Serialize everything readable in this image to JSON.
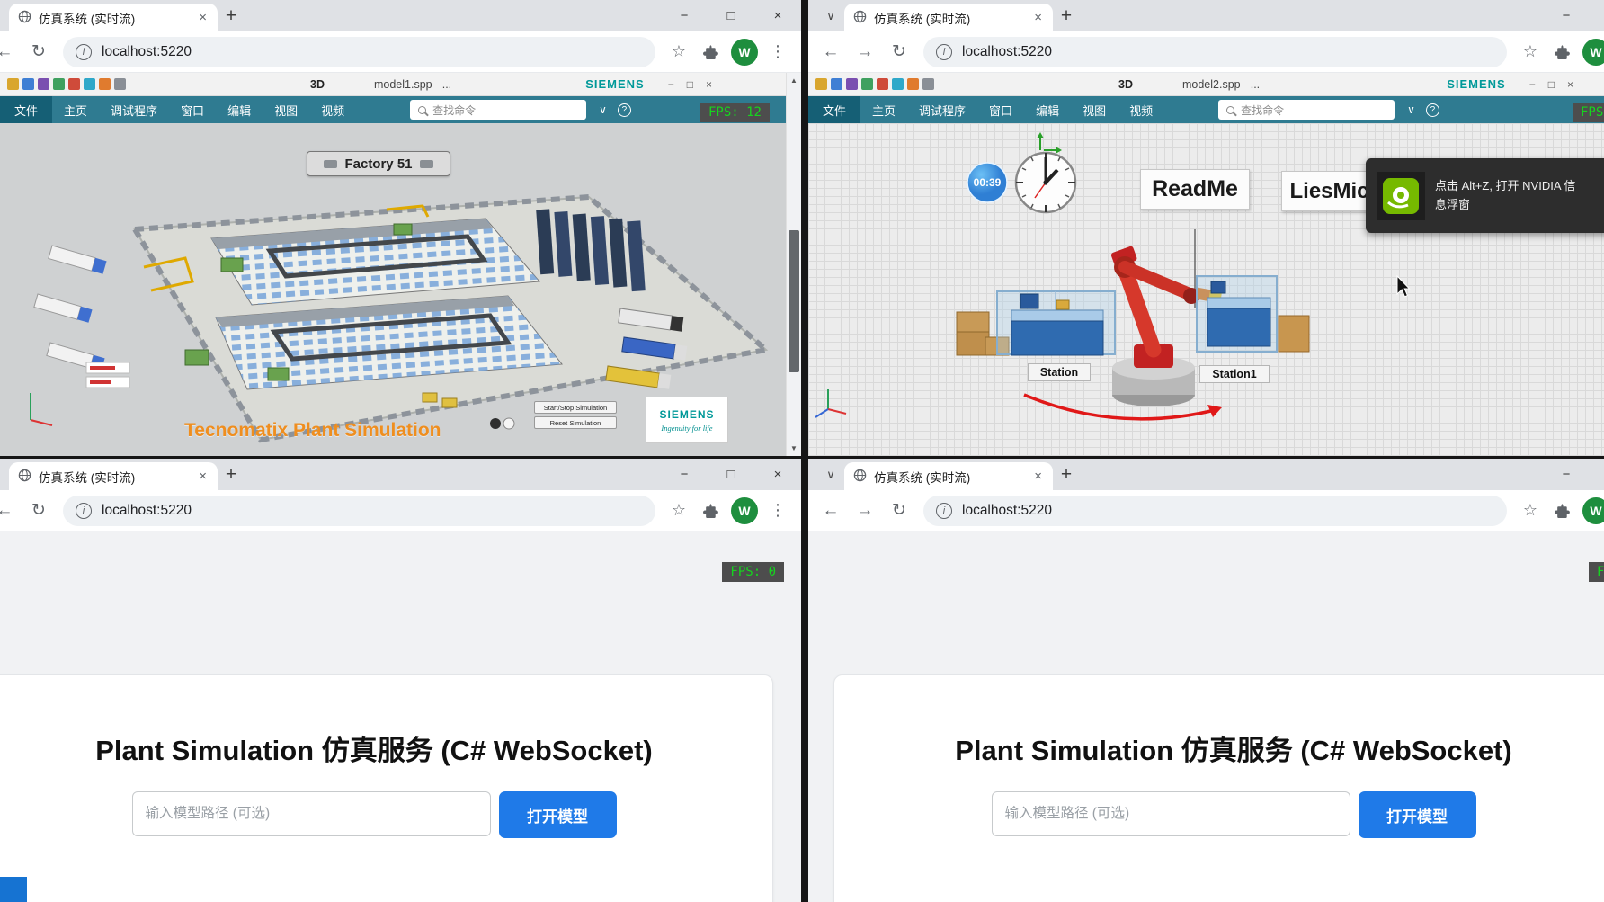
{
  "icons": {
    "back": "←",
    "forward": "→",
    "reload": "↻",
    "star": "☆",
    "more": "⋮",
    "tab_close": "×",
    "close_x": "×",
    "minimize": "−",
    "maximize": "□",
    "new_tab": "+",
    "chevron_down": "∨",
    "help": "?",
    "info": "i",
    "scroll_up": "▲",
    "scroll_down": "▼"
  },
  "browser": {
    "tab_title": "仿真系统 (实时流)",
    "url": "localhost:5220",
    "avatar_letter": "W"
  },
  "plant_sim": {
    "view_mode": "3D",
    "brand": "SIEMENS",
    "ribbon": {
      "file": "文件",
      "items": [
        "主页",
        "调试程序",
        "窗口",
        "编辑",
        "视图",
        "视频"
      ]
    },
    "search_placeholder": "查找命令",
    "model1": {
      "window_title": "model1.spp - ...",
      "fps": "FPS: 12",
      "factory_sign": "Factory 51",
      "watermark": "Tecnomatix Plant Simulation",
      "logo_brand": "SIEMENS",
      "logo_tagline": "Ingenuity for life",
      "btn_start_stop": "Start/Stop Simulation",
      "btn_reset": "Reset Simulation"
    },
    "model2": {
      "window_title": "model2.spp - ...",
      "fps": "FPS:",
      "clock_time": "00:39",
      "readme_sign": "ReadMe",
      "liesmic_sign": "LiesMic",
      "station_left": "Station",
      "station_right": "Station1",
      "nvidia_line1": "点击 Alt+Z, 打开 NVIDIA 信",
      "nvidia_line2": "息浮窗"
    }
  },
  "web_page": {
    "title": "Plant Simulation 仿真服务 (C# WebSocket)",
    "input_placeholder": "输入模型路径 (可选)",
    "open_button": "打开模型",
    "fps": "FPS: 0"
  }
}
